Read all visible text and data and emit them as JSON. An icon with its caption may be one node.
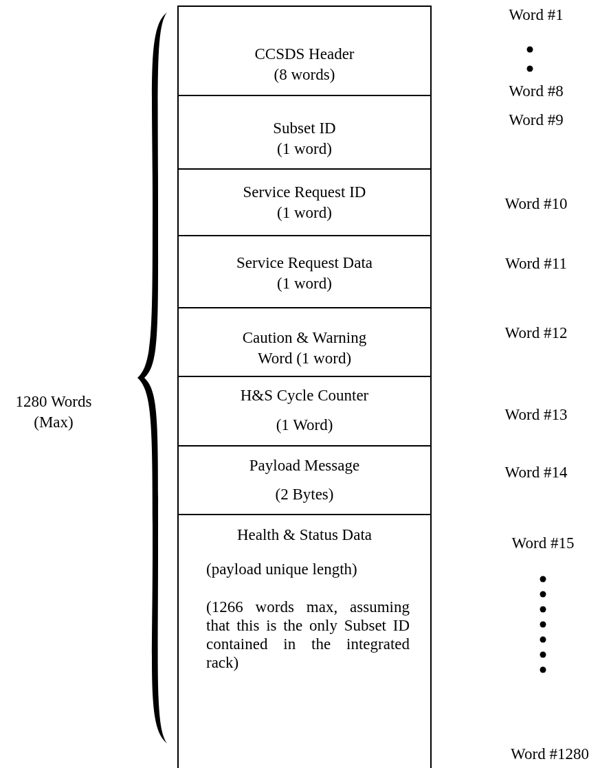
{
  "diagram": {
    "nodes": [
      {
        "text": [
          "CCSDS Header (8 words)"
        ]
      },
      {
        "text": [
          "Subset ID (1 word)"
        ]
      },
      {
        "text": [
          "Service Request ID (1 word)"
        ]
      },
      {
        "text": [
          "Service Request Data (1 word)"
        ]
      },
      {
        "text": [
          "Caution & Warning Word (1 word)"
        ]
      },
      {
        "text": [
          "H&S Cycle Counter",
          "(1 Word)"
        ]
      },
      {
        "text": [
          "Payload Message",
          "(2 Bytes)"
        ]
      },
      {
        "text": [
          "Health & Status Data",
          "(payload unique length)",
          "(1266 words max, assuming that this is the only Subset ID contained in the integrated rack)"
        ]
      },
      {
        "text": [],
        "shape": "brace"
      }
    ],
    "labels": [
      "Word #1",
      "Word #8",
      "Word #9",
      "Word #10",
      "Word #11",
      "Word #12",
      "1280 Words (Max)",
      "Word #13",
      "Word #14",
      "Word #15",
      "Word #1280"
    ]
  }
}
